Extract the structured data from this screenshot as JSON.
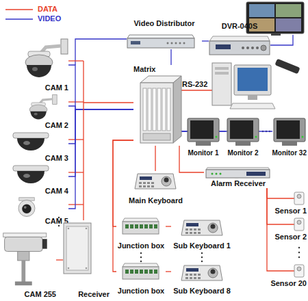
{
  "diagram": {
    "nodes": [
      {
        "text": [
          "Video Distributor"
        ]
      },
      {
        "text": [
          "DVR-040S"
        ]
      },
      {
        "text": [
          "Matrix"
        ]
      },
      {
        "text": [
          "Monitor 1"
        ]
      },
      {
        "text": [
          "Monitor 2"
        ]
      },
      {
        "text": [
          "Monitor 32"
        ]
      },
      {
        "text": [
          "Main Keyboard"
        ]
      },
      {
        "text": [
          "Alarm Receiver"
        ]
      },
      {
        "text": [
          "Sensor 1"
        ]
      },
      {
        "text": [
          "Sensor 2"
        ]
      },
      {
        "text": [
          "Sensor 20"
        ]
      },
      {
        "text": [
          "CAM 1"
        ]
      },
      {
        "text": [
          "CAM 2"
        ]
      },
      {
        "text": [
          "CAM 3"
        ]
      },
      {
        "text": [
          "CAM 4"
        ]
      },
      {
        "text": [
          "CAM 5"
        ]
      },
      {
        "text": [
          "CAM 255"
        ]
      },
      {
        "text": [
          "Receiver"
        ]
      },
      {
        "text": [
          "Junction box"
        ]
      },
      {
        "text": [
          "Sub Keyboard 1"
        ]
      },
      {
        "text": [
          "Junction box"
        ]
      },
      {
        "text": [
          "Sub Keyboard 8"
        ]
      }
    ],
    "edges": [
      {
        "from": 2,
        "to": 0,
        "arrow": "none"
      },
      {
        "from": 0,
        "to": 1,
        "arrow": "none"
      },
      {
        "from": 11,
        "to": 2,
        "arrow": "none"
      },
      {
        "from": 12,
        "to": 2,
        "arrow": "none"
      },
      {
        "from": 13,
        "to": 2,
        "arrow": "none"
      },
      {
        "from": 14,
        "to": 2,
        "arrow": "none"
      },
      {
        "from": 15,
        "to": 2,
        "arrow": "none"
      },
      {
        "from": 16,
        "to": 17,
        "arrow": "none"
      },
      {
        "from": 17,
        "to": 2,
        "arrow": "none"
      },
      {
        "from": 2,
        "to": 3,
        "arrow": "none"
      },
      {
        "from": 2,
        "to": 4,
        "arrow": "none"
      },
      {
        "from": 2,
        "to": 5,
        "arrow": "none"
      },
      {
        "from": 2,
        "to": 6,
        "arrow": "none"
      },
      {
        "from": 2,
        "to": 7,
        "arrow": "none"
      },
      {
        "from": 7,
        "to": 8,
        "arrow": "none"
      },
      {
        "from": 7,
        "to": 9,
        "arrow": "none"
      },
      {
        "from": 7,
        "to": 10,
        "arrow": "none"
      },
      {
        "from": 2,
        "to": 18,
        "arrow": "none"
      },
      {
        "from": 2,
        "to": 20,
        "arrow": "none"
      },
      {
        "from": 18,
        "to": 19,
        "arrow": "none"
      },
      {
        "from": 20,
        "to": 21,
        "arrow": "none"
      }
    ],
    "labels": [
      "RS-232"
    ],
    "legend": [
      {
        "text": "DATA"
      },
      {
        "text": "VIDEO"
      }
    ]
  }
}
